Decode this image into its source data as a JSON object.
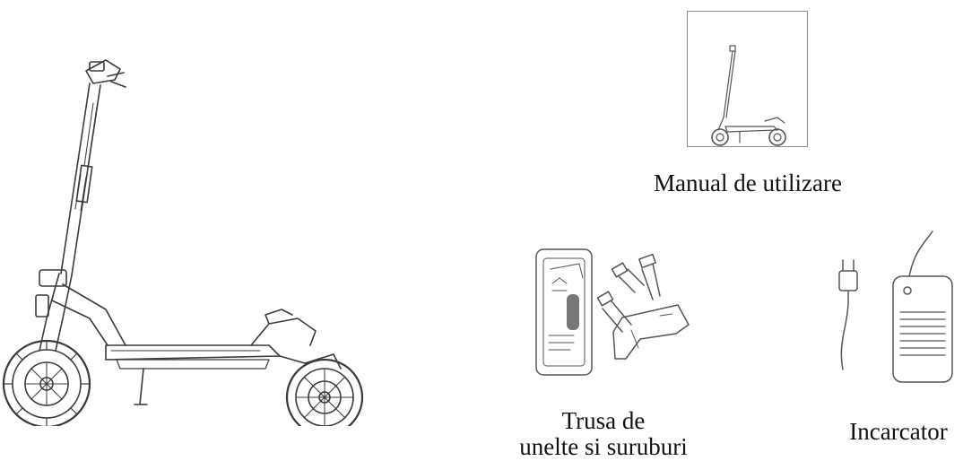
{
  "items": {
    "manual": {
      "label": "Manual de utilizare"
    },
    "toolkit": {
      "label_line1": "Trusa de",
      "label_line2": "unelte si suruburi"
    },
    "charger": {
      "label": "Incarcator"
    }
  }
}
